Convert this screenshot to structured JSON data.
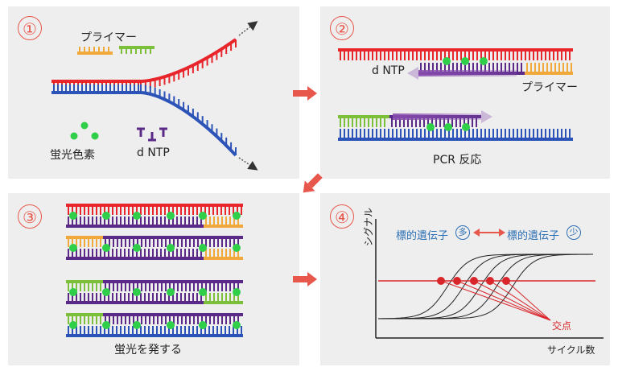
{
  "panel1": {
    "number": "①",
    "primer_label": "プライマー",
    "dye_label": "蛍光色素",
    "dntp_label": "d NTP"
  },
  "panel2": {
    "number": "②",
    "dntp_label": "d NTP",
    "primer_label": "プライマー",
    "caption": "PCR 反応"
  },
  "panel3": {
    "number": "③",
    "caption": "蛍光を発する"
  },
  "panel4": {
    "number": "④",
    "ylabel": "シグナル",
    "xlabel": "サイクル数",
    "left_label": "標的遺伝子",
    "left_badge": "多",
    "right_label": "標的遺伝子",
    "right_badge": "少",
    "crossing_label": "交点"
  },
  "colors": {
    "red_strand": "#e8252b",
    "blue_strand": "#2c53b8",
    "purple_strand": "#5b2a88",
    "primer_orange": "#f2a93b",
    "primer_green": "#7cbf3a",
    "dye_green": "#2fcf4a",
    "arrow": "#e8574b"
  }
}
